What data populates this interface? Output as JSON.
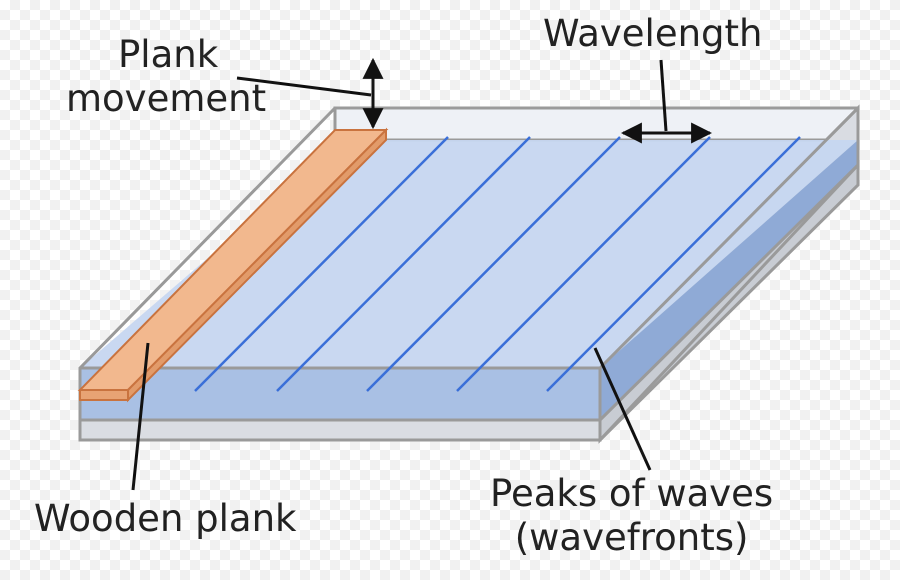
{
  "labels": {
    "plank_movement_line1": "Plank",
    "plank_movement_line2": "movement",
    "wavelength": "Wavelength",
    "wooden_plank": "Wooden plank",
    "peaks_line1": "Peaks of waves",
    "peaks_line2": "(wavefronts)"
  },
  "colors": {
    "water": "#c6d6f0",
    "water_side": "#a9c0e4",
    "wave_line": "#3a6fd8",
    "plank_top": "#f2b88e",
    "plank_edge": "#c9733f",
    "tank_edge": "#9a9a9a",
    "annotation": "#111111"
  },
  "wavefront_count": 5
}
